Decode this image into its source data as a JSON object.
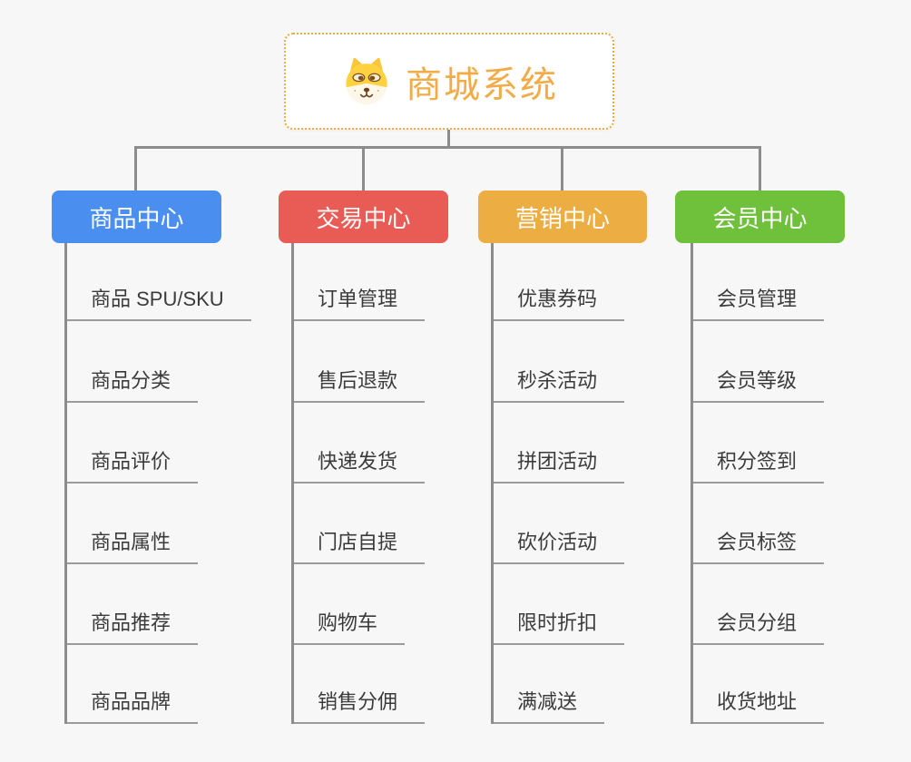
{
  "root": {
    "title": "商城系统",
    "icon": "shiba-dog-icon",
    "accent_color": "#f1ac48",
    "border_color": "#f2a93d"
  },
  "branches": [
    {
      "label": "商品中心",
      "color": "#4a8ff0",
      "items": [
        "商品 SPU/SKU",
        "商品分类",
        "商品评价",
        "商品属性",
        "商品推荐",
        "商品品牌"
      ]
    },
    {
      "label": "交易中心",
      "color": "#e85c55",
      "items": [
        "订单管理",
        "售后退款",
        "快递发货",
        "门店自提",
        "购物车",
        "销售分佣"
      ]
    },
    {
      "label": "营销中心",
      "color": "#ecad42",
      "items": [
        "优惠券码",
        "秒杀活动",
        "拼团活动",
        "砍价活动",
        "限时折扣",
        "满减送"
      ]
    },
    {
      "label": "会员中心",
      "color": "#6fc13c",
      "items": [
        "会员管理",
        "会员等级",
        "积分签到",
        "会员标签",
        "会员分组",
        "收货地址"
      ]
    }
  ],
  "colors": {
    "connector": "#8c8c8c",
    "underline": "#9b9b9b",
    "background": "#f7f7f7",
    "leaf_text": "#3b3b3b"
  }
}
